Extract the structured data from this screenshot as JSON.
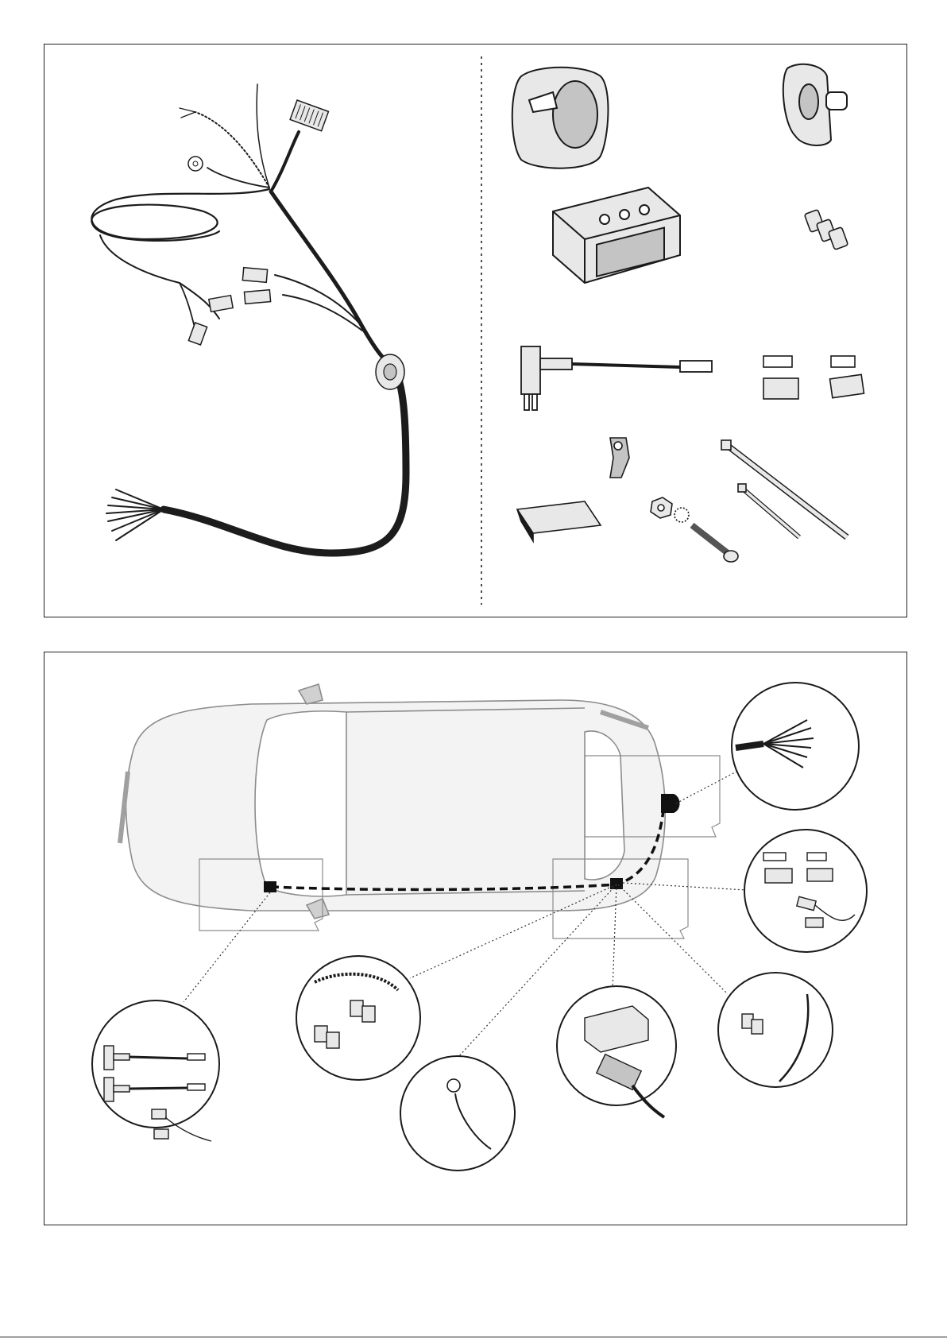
{
  "colors": {
    "ink": "#1a1a1a",
    "wire": "#1c1c1c",
    "part_fill": "#e8e8e8",
    "part_shade": "#c4c4c4",
    "car_body": "#f3f3f3",
    "car_outline": "#8c8c8c",
    "route": "#111111"
  },
  "panels": {
    "kit_contents": {
      "items": [
        "wiring-harness",
        "trailer-socket",
        "socket-seal",
        "control-module",
        "cable-clips",
        "fuse-tap",
        "spade-connectors",
        "earth-tab",
        "adhesive-pad",
        "nut-washer-bolt",
        "cable-ties"
      ]
    },
    "installation": {
      "callouts": [
        "rear-wire-ends",
        "connector-set",
        "fuse-taps-left",
        "beaded-wire-clips",
        "earth-ring",
        "module-plug",
        "clip-wire"
      ]
    }
  }
}
